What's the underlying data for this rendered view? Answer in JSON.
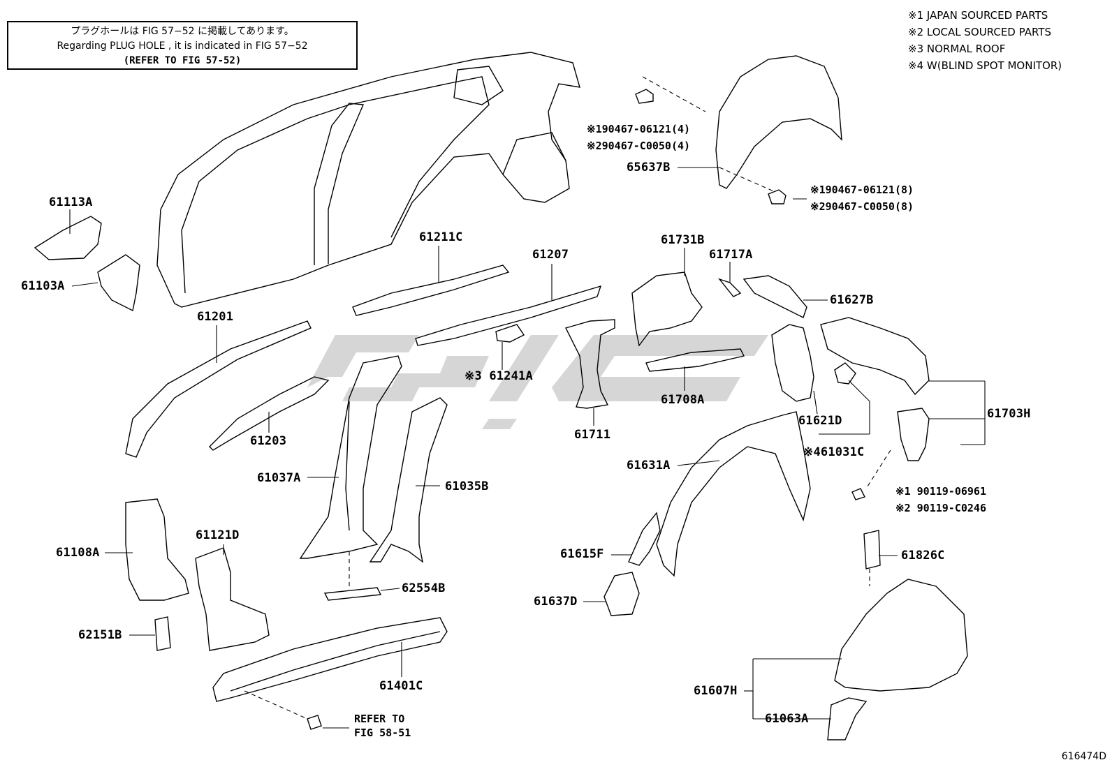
{
  "header": {
    "note_line1": "プラグホールは FIG 57−52 に掲載してあります。",
    "note_line2": "Regarding  PLUG  HOLE , it is indicated in  FIG  57−52",
    "note_line3": "(REFER TO FIG 57-52)"
  },
  "legend": [
    "※1 JAPAN SOURCED PARTS",
    "※2 LOCAL SOURCED PARTS",
    "※3 NORMAL ROOF",
    "※4 W(BLIND SPOT MONITOR)"
  ],
  "parts": {
    "p61113A": "61113A",
    "p61103A": "61103A",
    "p61201": "61201",
    "p61211C": "61211C",
    "p61207": "61207",
    "p61203": "61203",
    "p61241A": "※3 61241A",
    "p61037A": "61037A",
    "p61035B": "61035B",
    "p61711": "61711",
    "p61731B": "61731B",
    "p61717A": "61717A",
    "p61627B": "61627B",
    "p61708A": "61708A",
    "p61621D": "61621D",
    "p61031C": "※461031C",
    "p61703H": "61703H",
    "p61631A": "61631A",
    "p61615F": "61615F",
    "p61637D": "61637D",
    "p61826C": "61826C",
    "p61607H": "61607H",
    "p61063A": "61063A",
    "p61108A": "61108A",
    "p61121D": "61121D",
    "p62151B": "62151B",
    "p62554B": "62554B",
    "p61401C": "61401C",
    "p65637B": "65637B",
    "refer_line1": "REFER TO",
    "refer_line2": "FIG 58-51"
  },
  "fasteners": {
    "clip_top_1": "※190467-06121(4)",
    "clip_top_2": "※290467-C0050(4)",
    "clip_bot_1": "※190467-06121(8)",
    "clip_bot_2": "※290467-C0050(8)",
    "bolt_1": "※1 90119-06961",
    "bolt_2": "※2 90119-C0246"
  },
  "figure_number": "616474D",
  "colors": {
    "line": "#000000",
    "watermark": "#c8c8c8"
  }
}
